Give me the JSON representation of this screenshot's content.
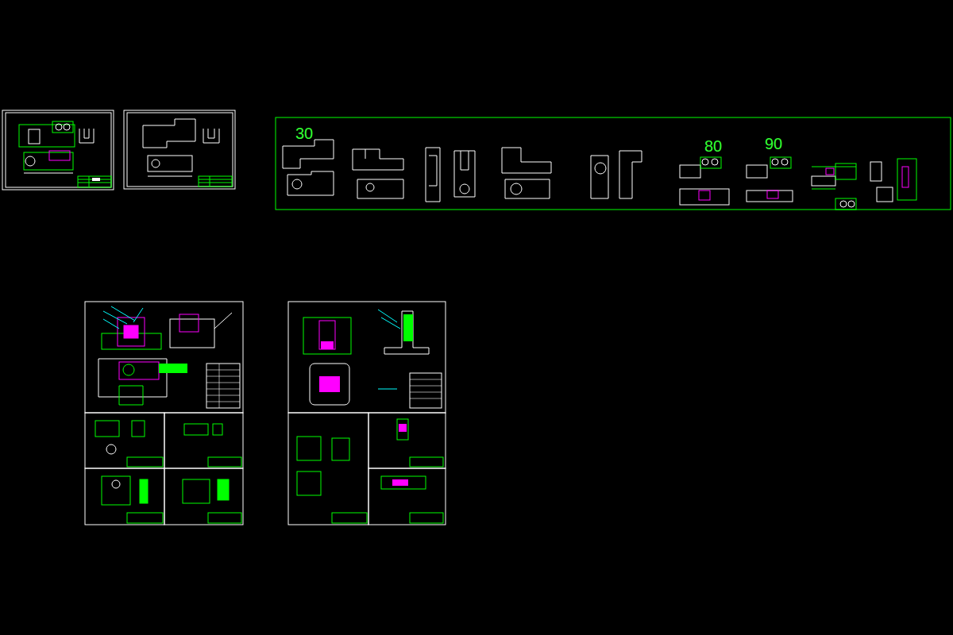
{
  "diagram": {
    "labels": [
      "30",
      "80",
      "90"
    ]
  }
}
